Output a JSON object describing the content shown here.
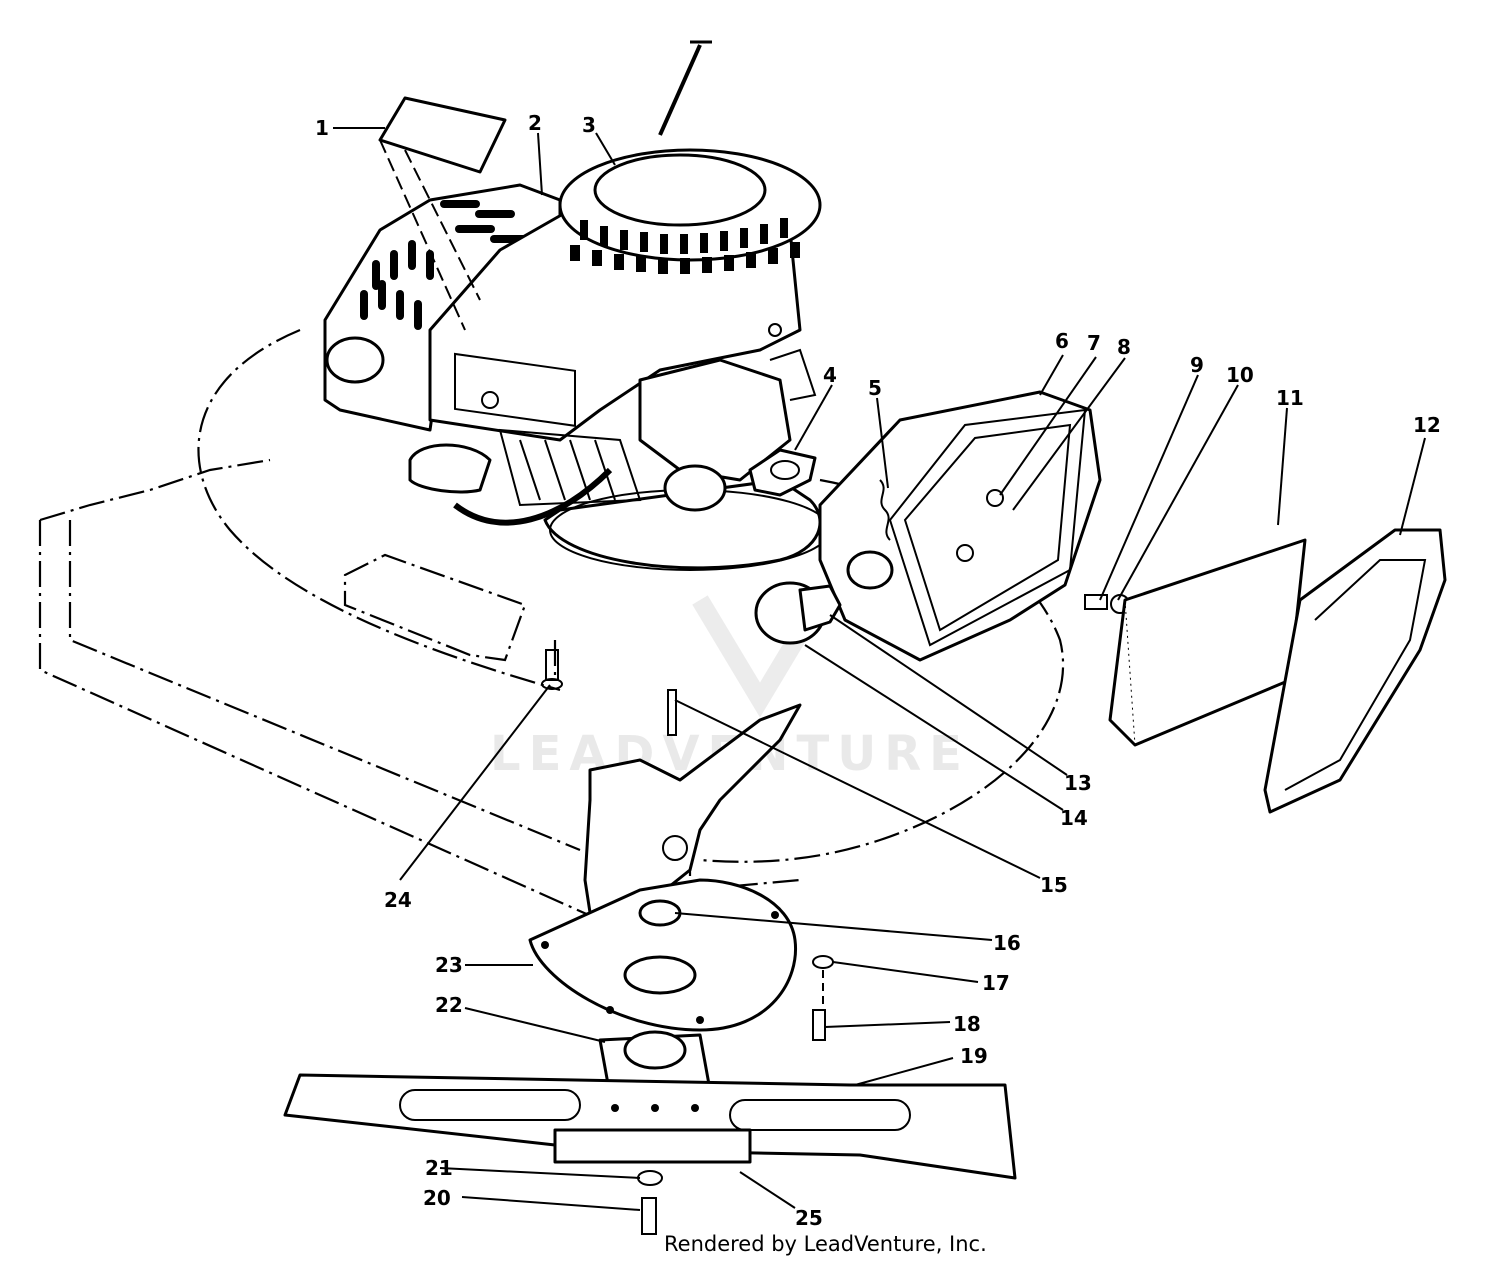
{
  "watermark_text": "LEADVENTURE",
  "credit": "Rendered by LeadVenture, Inc.",
  "callouts": [
    {
      "label": "1"
    },
    {
      "label": "2"
    },
    {
      "label": "3"
    },
    {
      "label": "4"
    },
    {
      "label": "5"
    },
    {
      "label": "6"
    },
    {
      "label": "7"
    },
    {
      "label": "8"
    },
    {
      "label": "9"
    },
    {
      "label": "10"
    },
    {
      "label": "11"
    },
    {
      "label": "12"
    },
    {
      "label": "13"
    },
    {
      "label": "14"
    },
    {
      "label": "15"
    },
    {
      "label": "16"
    },
    {
      "label": "17"
    },
    {
      "label": "18"
    },
    {
      "label": "19"
    },
    {
      "label": "20"
    },
    {
      "label": "21"
    },
    {
      "label": "22"
    },
    {
      "label": "23"
    },
    {
      "label": "24"
    },
    {
      "label": "25"
    }
  ]
}
